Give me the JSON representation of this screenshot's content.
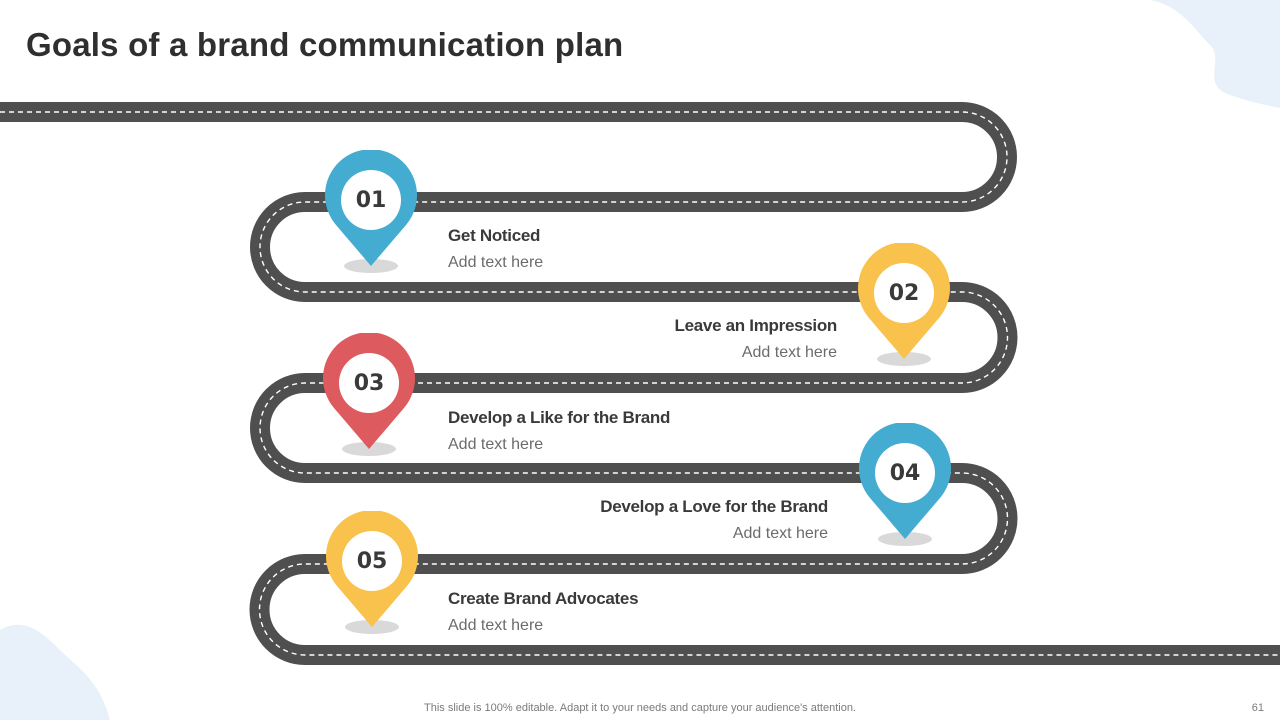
{
  "title": "Goals of a brand communication plan",
  "footer_note": "This slide is 100% editable. Adapt it to your needs and capture your audience's attention.",
  "page_number": "61",
  "colors": {
    "road": "#4f4f4f",
    "road_dash": "#ffffff",
    "blue": "#45acd1",
    "yellow": "#f8c24c",
    "red": "#dd5b5e",
    "shadow": "#d9d9d9",
    "corner_blob": "#e8f1f9"
  },
  "steps": [
    {
      "number": "01",
      "title": "Get Noticed",
      "subtitle": "Add text here",
      "color": "blue"
    },
    {
      "number": "02",
      "title": "Leave an Impression",
      "subtitle": "Add text here",
      "color": "yellow"
    },
    {
      "number": "03",
      "title": "Develop a Like for the Brand",
      "subtitle": "Add text here",
      "color": "red"
    },
    {
      "number": "04",
      "title": "Develop a Love for the Brand",
      "subtitle": "Add text here",
      "color": "blue"
    },
    {
      "number": "05",
      "title": "Create Brand Advocates",
      "subtitle": "Add text here",
      "color": "yellow"
    }
  ]
}
